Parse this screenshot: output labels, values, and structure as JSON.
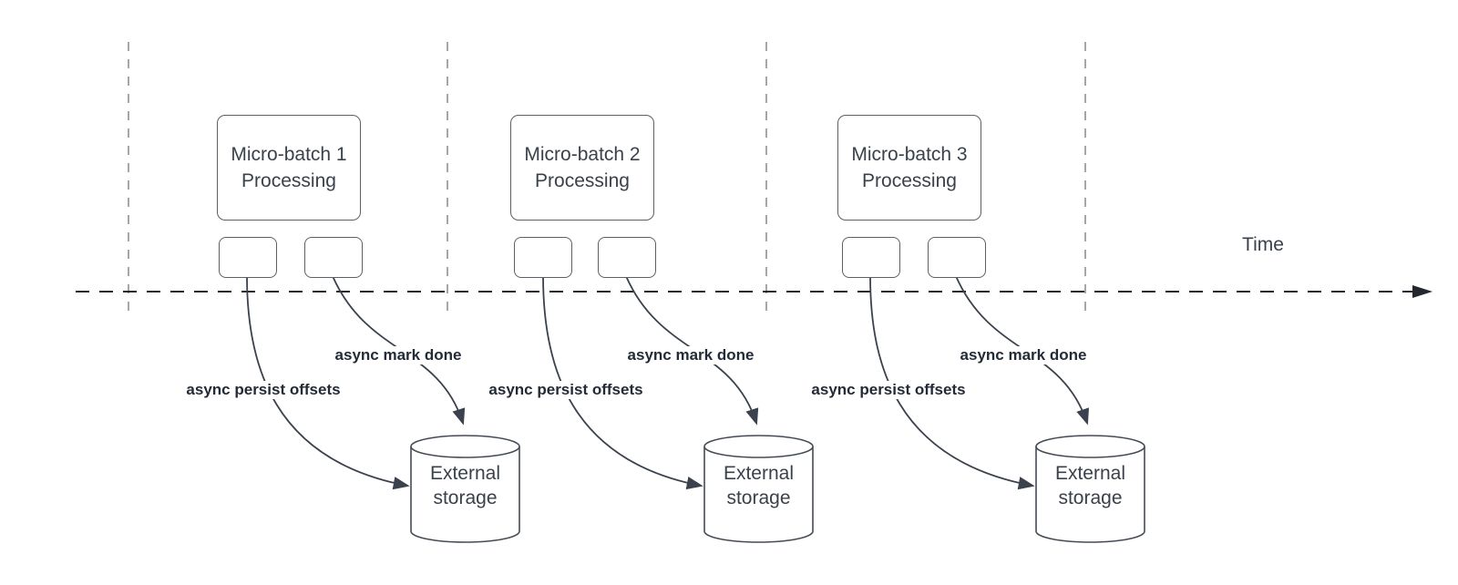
{
  "time_axis": {
    "label": "Time"
  },
  "batches": [
    {
      "name": "Micro-batch 1\nProcessing",
      "persist_label": "async persist offsets",
      "done_label": "async mark done",
      "storage_label": "External\nstorage"
    },
    {
      "name": "Micro-batch 2\nProcessing",
      "persist_label": "async persist offsets",
      "done_label": "async mark done",
      "storage_label": "External\nstorage"
    },
    {
      "name": "Micro-batch 3\nProcessing",
      "persist_label": "async persist offsets",
      "done_label": "async mark done",
      "storage_label": "External\nstorage"
    }
  ],
  "colors": {
    "background": "#ffffff",
    "box_border": "#596066",
    "box_text": "#3a414b",
    "timeline": "#23272e",
    "guide_line": "#a6a6aa",
    "arrow": "#3b424d",
    "label_text": "#232b37"
  }
}
